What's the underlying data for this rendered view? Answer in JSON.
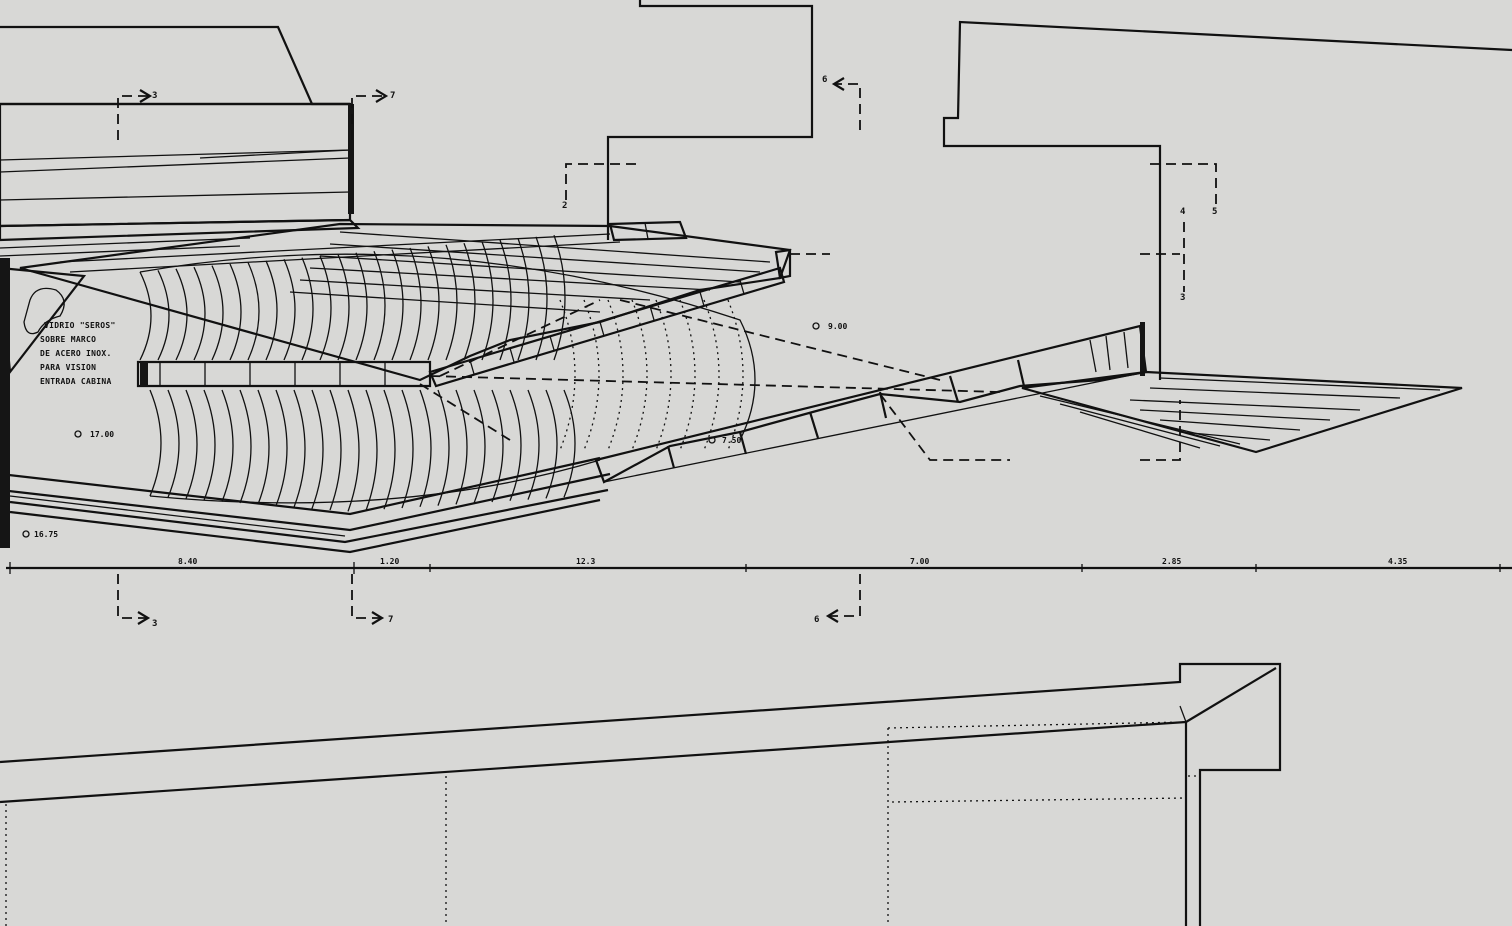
{
  "section_marks": {
    "s3_top": "3",
    "s7_top": "7",
    "s6_top": "6",
    "s2": "2",
    "s4": "4",
    "s5": "5",
    "s3_right": "3",
    "s3_bottom": "3",
    "s7_bottom": "7",
    "s6_bottom": "6"
  },
  "levels": {
    "left": "17.00",
    "center": "9.00",
    "right": "7.50",
    "bottom_left": "16.75"
  },
  "note_lines": [
    "VIDRIO \"SEROS\"",
    "SOBRE MARCO",
    "DE ACERO INOX.",
    "PARA VISION",
    "ENTRADA CABINA"
  ],
  "dimensions": [
    "8.40",
    "1.20",
    "12.3",
    "7.00",
    "2.85",
    "4.35"
  ]
}
